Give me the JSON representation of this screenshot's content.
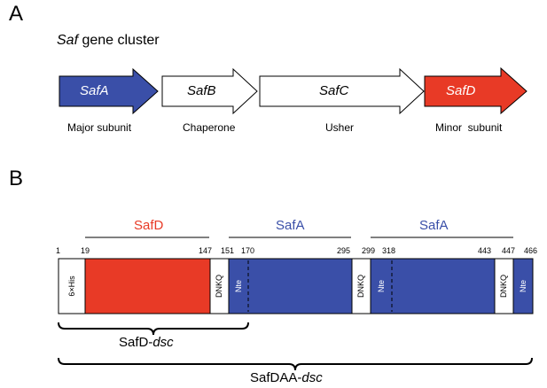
{
  "panel_a": {
    "letter": "A",
    "title_italic": "Saf",
    "title_rest": " gene cluster",
    "genes": [
      {
        "name": "SafA",
        "role": "Major subunit",
        "color": "#3a4fa8"
      },
      {
        "name": "SafB",
        "role": "Chaperone",
        "color": "#ffffff"
      },
      {
        "name": "SafC",
        "role": "Usher",
        "color": "#ffffff"
      },
      {
        "name": "SafD",
        "role": "Minor  subunit",
        "color": "#e83a26"
      }
    ]
  },
  "panel_b": {
    "letter": "B",
    "domains": [
      {
        "name": "SafD",
        "color": "#e83a26"
      },
      {
        "name": "SafA",
        "color": "#3a4fa8"
      },
      {
        "name": "SafA",
        "color": "#3a4fa8"
      }
    ],
    "positions": [
      "1",
      "19",
      "147",
      "151",
      "170",
      "295",
      "299",
      "318",
      "443",
      "447",
      "466"
    ],
    "segment_labels": {
      "his": "6×His",
      "dnkq1": "DNKQ",
      "nte1": "Nte",
      "dnkq2": "DNKQ",
      "nte2": "Nte",
      "dnkq3": "DNKQ",
      "nte3": "Nte"
    },
    "constructs": [
      {
        "prefix": "SafD-",
        "suffix": "dsc"
      },
      {
        "prefix": "SafDAA-",
        "suffix": "dsc"
      }
    ]
  }
}
